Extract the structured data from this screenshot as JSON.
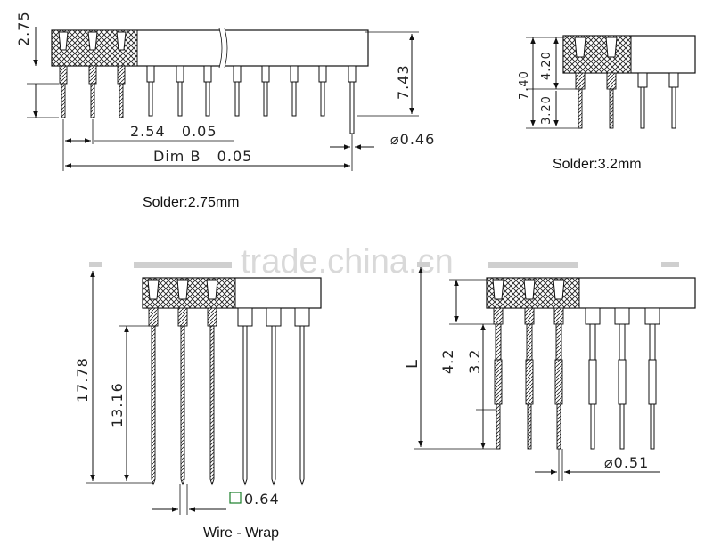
{
  "watermark": "trade.china.cn",
  "top_left": {
    "dim_2_75": "2.75",
    "dim_7_43": "7.43",
    "dim_pitch": "2.54   0.05",
    "dim_b": "Dim B   0.05",
    "dim_dia": "⌀0.46",
    "caption": "Solder:2.75mm"
  },
  "top_right": {
    "dim_7_40": "7.40",
    "dim_4_20": "4.20",
    "dim_3_20": "3.20",
    "caption": "Solder:3.2mm"
  },
  "bottom_left": {
    "dim_17_78": "17.78",
    "dim_13_16": "13.16",
    "dim_sq": "0.64",
    "caption": "Wire - Wrap"
  },
  "bottom_right": {
    "dim_l": "L",
    "dim_4_2": "4.2",
    "dim_3_2": "3.2",
    "dim_dia": "⌀0.51"
  }
}
